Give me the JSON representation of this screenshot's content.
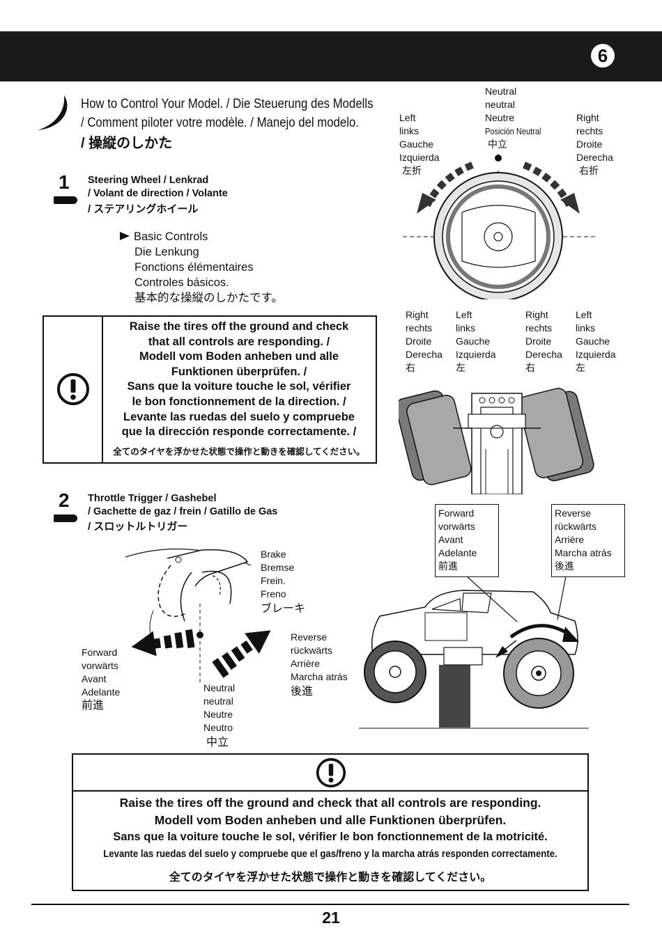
{
  "header": {
    "chapter_number": "6"
  },
  "title": {
    "line1": "How to Control Your Model. / Die Steuerung des Modells",
    "line2": "/ Comment piloter votre modèle. / Manejo del modelo.",
    "line3_jp": "/ 操縦のしかた"
  },
  "steering": {
    "neutral_labels": [
      "Neutral",
      "neutral",
      "Neutre",
      "Posición Neutral",
      "中立"
    ],
    "left_labels": [
      "Left",
      "links",
      "Gauche",
      "Izquierda",
      "左折"
    ],
    "right_labels": [
      "Right",
      "rechts",
      "Droite",
      "Derecha",
      "右折"
    ]
  },
  "step1": {
    "number": "1",
    "heading_line1": "Steering Wheel / Lenkrad",
    "heading_line2": "/ Volant de direction / Volante",
    "heading_jp": "/ ステアリングホイール",
    "basic_controls": [
      "Basic Controls",
      "Die Lenkung",
      "Fonctions élémentaires",
      "Controles básicos.",
      "基本的な操縦のしかたです。"
    ]
  },
  "wheel_labels": {
    "right_a": [
      "Right",
      "rechts",
      "Droite",
      "Derecha",
      "右"
    ],
    "left_a": [
      "Left",
      "links",
      "Gauche",
      "Izquierda",
      "左"
    ],
    "right_b": [
      "Right",
      "rechts",
      "Droite",
      "Derecha",
      "右"
    ],
    "left_b": [
      "Left",
      "links",
      "Gauche",
      "Izquierda",
      "左"
    ]
  },
  "warning1": {
    "lines": [
      "Raise the tires off the ground and check",
      "that all controls are responding. /",
      "Modell vom Boden anheben und alle",
      "Funktionen überprüfen. /",
      "Sans que la voiture touche le sol, vérifier",
      "le bon fonctionnement de la direction. /",
      "Levante las ruedas del suelo y compruebe",
      "que la dirección responde correctamente. /"
    ],
    "jp": "全てのタイヤを浮かせた状態で操作と動きを確認してください。"
  },
  "step2": {
    "number": "2",
    "heading_line1": "Throttle Trigger / Gashebel",
    "heading_line2": "/ Gachette de gaz / frein / Gatillo de Gas",
    "heading_jp": "/ スロットルトリガー"
  },
  "throttle": {
    "brake": [
      "Brake",
      "Bremse",
      "Frein.",
      "Freno",
      "ブレーキ"
    ],
    "reverse": [
      "Reverse",
      "rückwärts",
      "Arrière",
      "Marcha atrás",
      "後進"
    ],
    "forward": [
      "Forward",
      "vorwärts",
      "Avant",
      "Adelante",
      "前進"
    ],
    "neutral": [
      "Neutral",
      "neutral",
      "Neutre",
      "Neutro",
      "中立"
    ]
  },
  "truck": {
    "forward_box": [
      "Forward",
      "vorwärts",
      "Avant",
      "Adelante",
      "前進"
    ],
    "reverse_box": [
      "Reverse",
      "rückwärts",
      "Arrière",
      "Marcha atrás",
      "後進"
    ]
  },
  "warning2": {
    "lines": [
      "Raise the tires off the ground and check that all controls are responding.",
      "Modell vom Boden anheben und alle Funktionen überprüfen.",
      "Sans que la voiture touche le sol, vérifier le bon fonctionnement de la motricité.",
      "Levante las ruedas del suelo y compruebe que el gas/freno y la marcha atrás responden correctamente."
    ],
    "jp": "全てのタイヤを浮かせた状態で操作と動きを確認してください。"
  },
  "footer": {
    "page_number": "21"
  }
}
